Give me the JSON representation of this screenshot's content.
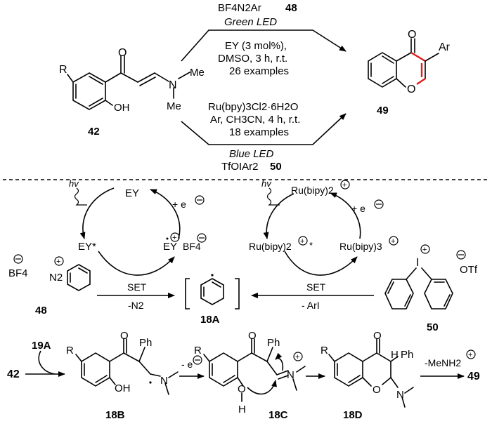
{
  "top": {
    "reagent_upper": "BF4N2Ar",
    "reagent_upper_num": "48",
    "light_green": "Green LED",
    "cond_green_1": "EY (3 mol%),",
    "cond_green_2": "DMSO, 3 h, r.t.",
    "cond_green_3": "26 examples",
    "cond_blue_1": "Ru(bpy)3Cl2·6H2O",
    "cond_blue_2": "Ar, CH3CN, 4 h, r.t.",
    "cond_blue_3": "18 examples",
    "light_blue": "Blue LED",
    "reagent_lower": "TfOIAr2",
    "reagent_lower_num": "50",
    "sm_label": "42",
    "sm_R": "R",
    "sm_O": "O",
    "sm_N": "N",
    "sm_Me1": "Me",
    "sm_Me2": "Me",
    "sm_OH": "OH",
    "prod_label": "49",
    "prod_O1": "O",
    "prod_O2": "O",
    "prod_Ar": "Ar"
  },
  "cycle_left": {
    "hv": "hv",
    "ey": "EY",
    "ey_star": "EY*",
    "ey_rad": "EY",
    "bf4": "BF4",
    "e_minus": "+ e",
    "set": "SET",
    "minus_n2": "-N2"
  },
  "cycle_right": {
    "hv": "hv",
    "ru_top": "Ru(bipy)2",
    "ru_star": "Ru(bipy)2",
    "ru_right": "Ru(bipy)3",
    "e_minus": "+ e",
    "set": "SET",
    "minus_ari": "- ArI"
  },
  "mech": {
    "diazonium_label": "48",
    "diazonium_bf4": "BF4",
    "diazonium_n2": "N2",
    "radical_label": "18A",
    "iodonium_label": "50",
    "iodonium_I": "I",
    "iodonium_otf": "OTf",
    "start": "42",
    "reagent": "19A",
    "b_label": "18B",
    "c_label": "18C",
    "d_label": "18D",
    "e_step": "- e",
    "mehn2": "-MeNH2",
    "end": "49",
    "R": "R",
    "O": "O",
    "Ph": "Ph",
    "OH": "OH",
    "N": "N",
    "H": "H"
  },
  "colors": {
    "highlight": "#e21b1b"
  }
}
